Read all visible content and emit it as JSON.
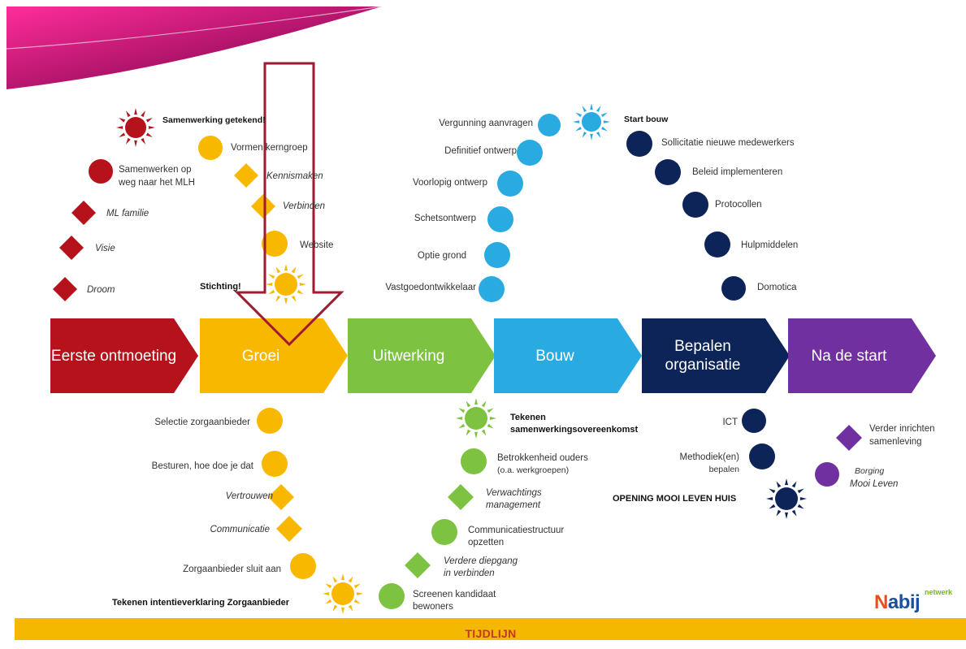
{
  "colors": {
    "red": "#b5121b",
    "yellow": "#f9b800",
    "green": "#7ec242",
    "lightblue": "#29abe2",
    "navy": "#0d2459",
    "purple": "#7030a0",
    "arrow_outline": "#9e1b32"
  },
  "phases": [
    {
      "label": "Eerste ontmoeting",
      "color": "#b5121b"
    },
    {
      "label": "Groei",
      "color": "#f9b800"
    },
    {
      "label": "Uitwerking",
      "color": "#7ec242"
    },
    {
      "label": "Bouw",
      "color": "#29abe2"
    },
    {
      "label": "Bepalen organisatie",
      "color": "#0d2459"
    },
    {
      "label": "Na de start",
      "color": "#7030a0"
    }
  ],
  "labels": {
    "samenwerking_getekend": "Samenwerking getekend!",
    "samenwerken_op_weg_1": "Samenwerken op",
    "samenwerken_op_weg_2": "weg naar het MLH",
    "ml_familie": "ML familie",
    "visie": "Visie",
    "droom": "Droom",
    "vormen_kerngroep": "Vormen kerngroep",
    "kennismaken": "Kennismaken",
    "verbinden": "Verbinden",
    "website": "Website",
    "stichting": "Stichting!",
    "vergunning": "Vergunning aanvragen",
    "definitief": "Definitief ontwerp",
    "voorlopig": "Voorlopig ontwerp",
    "schetsontwerp": "Schetsontwerp",
    "optie_grond": "Optie grond",
    "vastgoed": "Vastgoedontwikkelaar",
    "start_bouw": "Start bouw",
    "sollicitatie": "Sollicitatie nieuwe medewerkers",
    "beleid": "Beleid implementeren",
    "protocollen": "Protocollen",
    "hulpmiddelen": "Hulpmiddelen",
    "domotica": "Domotica",
    "selectie": "Selectie zorgaanbieder",
    "besturen": "Besturen, hoe doe je dat",
    "vertrouwen": "Vertrouwen",
    "communicatie": "Communicatie",
    "zorgaanbieder_sluit": "Zorgaanbieder sluit aan",
    "tekenen_intentie": "Tekenen intentieverklaring Zorgaanbieder",
    "tekenen_samenwerking_1": "Tekenen",
    "tekenen_samenwerking_2": "samenwerkingsovereenkomst",
    "betrokkenheid_1": "Betrokkenheid ouders",
    "betrokkenheid_2": "(o.a. werkgroepen)",
    "verwachtings_1": "Verwachtings",
    "verwachtings_2": "management",
    "communicatiestructuur_1": "Communicatiestructuur",
    "communicatiestructuur_2": "opzetten",
    "verdere_1": "Verdere diepgang",
    "verdere_2": "in verbinden",
    "screenen_1": "Screenen kandidaat",
    "screenen_2": "bewoners",
    "ict": "ICT",
    "methodiek_1": "Methodiek(en)",
    "methodiek_2": "bepalen",
    "opening": "OPENING MOOI LEVEN HUIS",
    "verder_1": "Verder inrichten",
    "verder_2": "samenleving",
    "borging_1": "Borging",
    "borging_2": "Mooi Leven"
  },
  "timeline": "TIJDLIJN",
  "logo": {
    "text_n": "N",
    "text_rest": "abij",
    "sub": "netwerk"
  }
}
